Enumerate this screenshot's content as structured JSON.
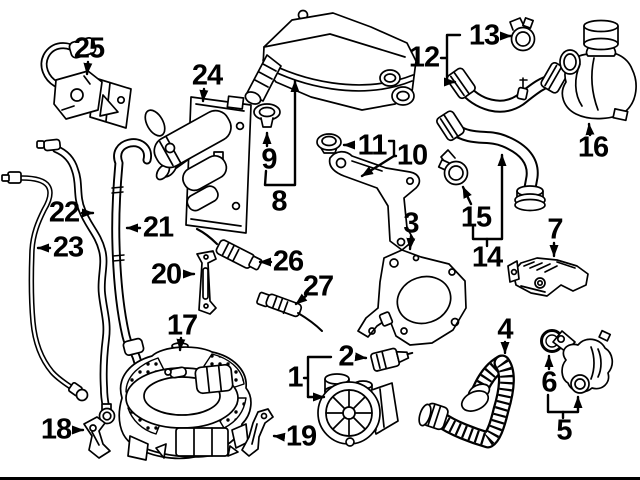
{
  "diagram": {
    "colors": {
      "background": "#ffffff",
      "line_art": "#000000"
    },
    "callouts": [
      {
        "label": "1"
      },
      {
        "label": "2"
      },
      {
        "label": "3"
      },
      {
        "label": "4"
      },
      {
        "label": "5"
      },
      {
        "label": "6"
      },
      {
        "label": "7"
      },
      {
        "label": "8"
      },
      {
        "label": "9"
      },
      {
        "label": "10"
      },
      {
        "label": "11"
      },
      {
        "label": "12"
      },
      {
        "label": "13"
      },
      {
        "label": "14"
      },
      {
        "label": "15"
      },
      {
        "label": "16"
      },
      {
        "label": "17"
      },
      {
        "label": "18"
      },
      {
        "label": "19"
      },
      {
        "label": "20"
      },
      {
        "label": "21"
      },
      {
        "label": "22"
      },
      {
        "label": "23"
      },
      {
        "label": "24"
      },
      {
        "label": "25"
      },
      {
        "label": "26"
      },
      {
        "label": "27"
      }
    ]
  }
}
